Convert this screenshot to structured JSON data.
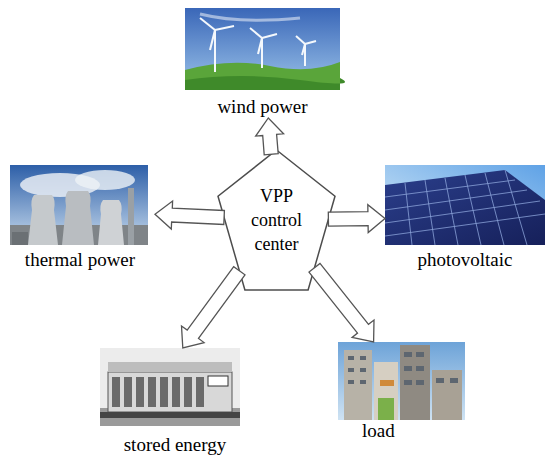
{
  "diagram": {
    "nodes": [
      {
        "text": [
          "wind power"
        ]
      },
      {
        "text": [
          "thermal power"
        ]
      },
      {
        "text": [
          "VPP control center"
        ]
      },
      {
        "text": [
          "photovoltaic"
        ]
      },
      {
        "text": [
          "stored energy"
        ]
      },
      {
        "text": [
          "load"
        ]
      }
    ],
    "edges": [
      {
        "from": 2,
        "to": 0,
        "arrow": "to"
      },
      {
        "from": 2,
        "to": 1,
        "arrow": "to"
      },
      {
        "from": 2,
        "to": 3,
        "arrow": "to"
      },
      {
        "from": 2,
        "to": 4,
        "arrow": "to"
      },
      {
        "from": 2,
        "to": 5,
        "arrow": "to"
      }
    ]
  }
}
